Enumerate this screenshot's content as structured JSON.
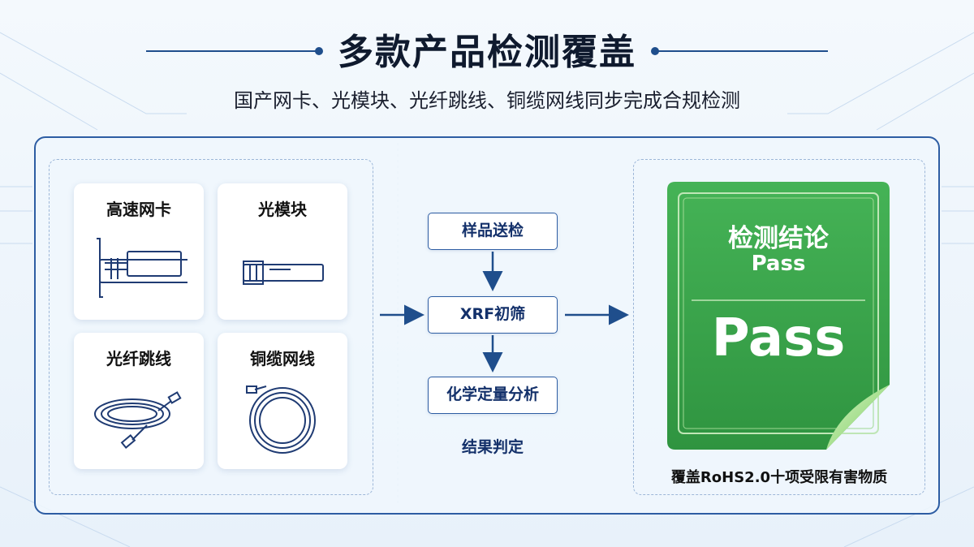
{
  "header": {
    "title": "多款产品检测覆盖",
    "subtitle": "国产网卡、光模块、光纤跳线、铜缆网线同步完成合规检测"
  },
  "products": [
    {
      "label": "高速网卡",
      "icon": "nic-card-icon"
    },
    {
      "label": "光模块",
      "icon": "optical-module-icon"
    },
    {
      "label": "光纤跳线",
      "icon": "fiber-patch-cord-icon"
    },
    {
      "label": "铜缆网线",
      "icon": "copper-cable-icon"
    }
  ],
  "process": {
    "steps": [
      "样品送检",
      "XRF初筛",
      "化学定量分析",
      "结果判定"
    ]
  },
  "result": {
    "title": "检测结论",
    "subtitle": "Pass",
    "verdict": "Pass",
    "note": "覆盖RoHS2.0十项受限有害物质"
  },
  "colors": {
    "accent": "#2d5da3",
    "pass_green": "#3ea74d",
    "title_dark": "#0f1a2e"
  }
}
